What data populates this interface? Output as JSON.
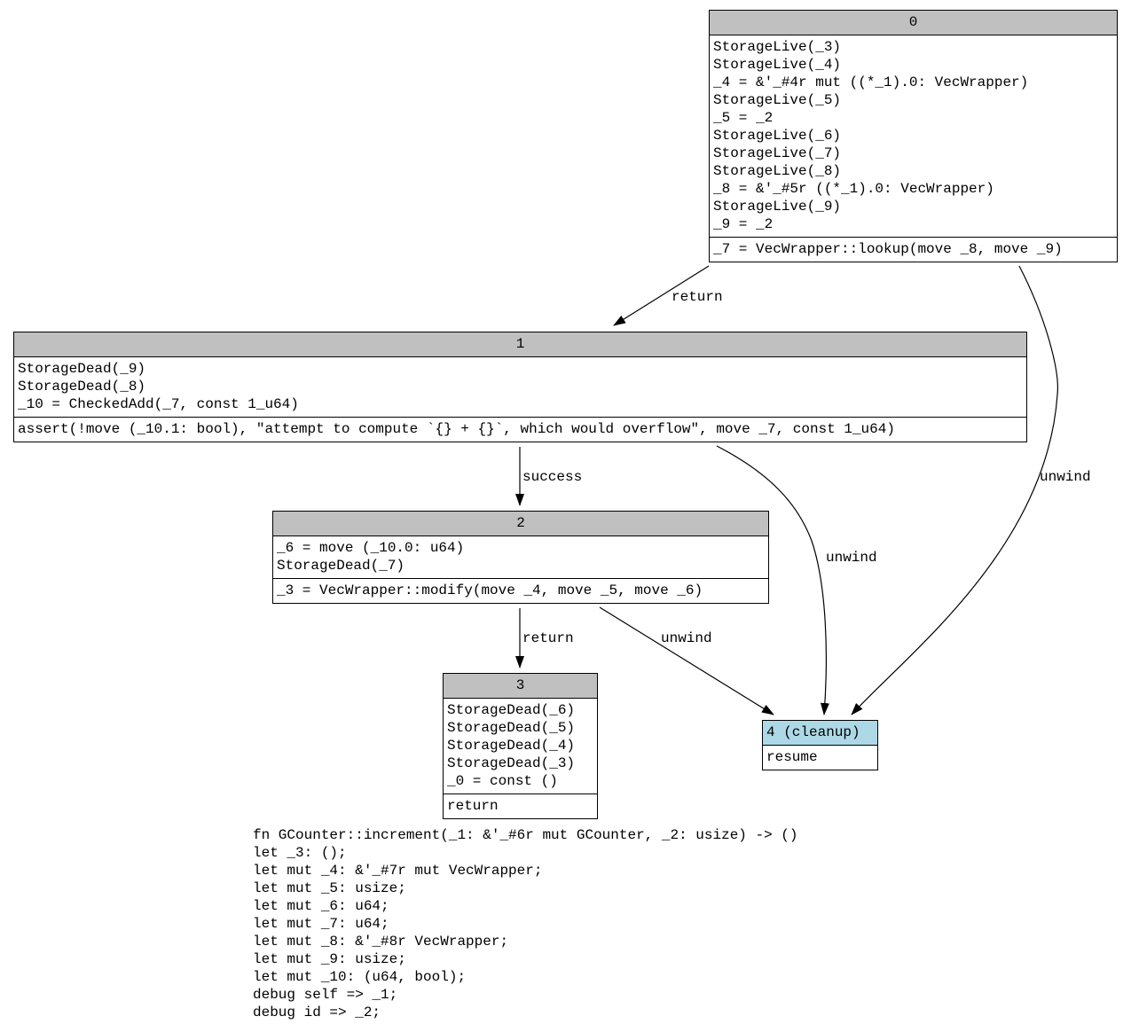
{
  "graph": {
    "nodes": {
      "bb0": {
        "title": "0",
        "statements": [
          "StorageLive(_3)",
          "StorageLive(_4)",
          "_4 = &'_#4r mut ((*_1).0: VecWrapper)",
          "StorageLive(_5)",
          "_5 = _2",
          "StorageLive(_6)",
          "StorageLive(_7)",
          "StorageLive(_8)",
          "_8 = &'_#5r ((*_1).0: VecWrapper)",
          "StorageLive(_9)",
          "_9 = _2"
        ],
        "terminator": "_7 = VecWrapper::lookup(move _8, move _9)"
      },
      "bb1": {
        "title": "1",
        "statements": [
          "StorageDead(_9)",
          "StorageDead(_8)",
          "_10 = CheckedAdd(_7, const 1_u64)"
        ],
        "terminator": "assert(!move (_10.1: bool), \"attempt to compute `{} + {}`, which would overflow\", move _7, const 1_u64)"
      },
      "bb2": {
        "title": "2",
        "statements": [
          "_6 = move (_10.0: u64)",
          "StorageDead(_7)"
        ],
        "terminator": "_3 = VecWrapper::modify(move _4, move _5, move _6)"
      },
      "bb3": {
        "title": "3",
        "statements": [
          "StorageDead(_6)",
          "StorageDead(_5)",
          "StorageDead(_4)",
          "StorageDead(_3)",
          "_0 = const ()"
        ],
        "terminator": "return"
      },
      "bb4": {
        "title": "4 (cleanup)",
        "statements": [],
        "terminator": "resume"
      }
    },
    "edges": {
      "bb0_bb1": "return",
      "bb0_bb4": "unwind",
      "bb1_bb2": "success",
      "bb1_bb4": "unwind",
      "bb2_bb3": "return",
      "bb2_bb4": "unwind"
    },
    "colors": {
      "header": "#c0c0c0",
      "cleanup_header": "#add8e6",
      "line": "#000000"
    }
  },
  "declarations": [
    "fn GCounter::increment(_1: &'_#6r mut GCounter, _2: usize) -> ()",
    "let _3: ();",
    "let mut _4: &'_#7r mut VecWrapper;",
    "let mut _5: usize;",
    "let mut _6: u64;",
    "let mut _7: u64;",
    "let mut _8: &'_#8r VecWrapper;",
    "let mut _9: usize;",
    "let mut _10: (u64, bool);",
    "debug self => _1;",
    "debug id => _2;"
  ]
}
